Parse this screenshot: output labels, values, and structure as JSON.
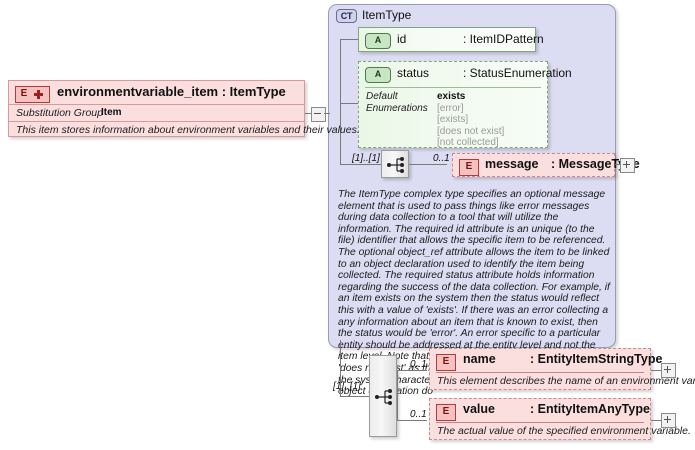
{
  "diagram": {
    "kind": "xsd-schema-diagram"
  },
  "root_element": {
    "badge_letter": "E",
    "badge_icon": "plus-cross-icon",
    "title": "environmentvariable_item : ItemType",
    "substitution_group_label": "Substitution Group",
    "substitution_group_value": "Item",
    "description": "This item stores information about environment variables and their values.",
    "collapse_icon": "minus-box-icon"
  },
  "complex_type": {
    "badge": "CT",
    "title": "ItemType",
    "attributes": [
      {
        "badge": "A",
        "name": "id",
        "type": ": ItemIDPattern",
        "required": true
      },
      {
        "badge": "A",
        "name": "status",
        "type": ": StatusEnumeration",
        "required": false,
        "default_label": "Default",
        "enumerations_label": "Enumerations",
        "default_value": "exists",
        "enumerations": [
          "[error]",
          "[exists]",
          "[does not exist]",
          "[not collected]"
        ]
      }
    ],
    "compositor": {
      "icon": "sequence-icon",
      "occurrence": "[1]..[1]"
    },
    "child_elements": [
      {
        "badge": "E",
        "cardinality": "0..1",
        "name": "message",
        "type": ": MessageType",
        "expand_icon": "plus-box-icon"
      }
    ],
    "documentation": "The ItemType complex type specifies an optional message element that is used to pass things like error messages during data collection to a tool that will utilize the information. The required id attribute is an unique (to the file) identifier that allows the specific item to be referenced. The optional object_ref attribute allows the item to be linked to an object declaration used to identify the item being collected. The required status attribute holds information regarding the success of the data collection. For example, if an item exists on the system then the status would reflect this with a value of 'exists'. If there was an error collecting a any information about an item that is known to exist, then the status would be 'error'. An error specific to a particular entity should be addressed at the entity level and not the item level. Note that an item should not have a status of 'does not exist' as there simply would be no item element in the system characteristics file for this case. If part of the object declaration do"
  },
  "extension": {
    "compositor": {
      "icon": "sequence-icon",
      "occurrence": "[1]..[1]"
    },
    "elements": [
      {
        "badge": "E",
        "cardinality": "0..1",
        "name": "name",
        "type": ": EntityItemStringType",
        "description": "This element describes the name of an environment variable.",
        "expand_icon": "plus-box-icon"
      },
      {
        "badge": "E",
        "cardinality": "0..1",
        "name": "value",
        "type": ": EntityItemAnyType",
        "description": "The actual value of the specified environment variable.",
        "expand_icon": "plus-box-icon"
      }
    ]
  },
  "colors": {
    "element_fill": "#fbdede",
    "element_border": "#c98c8c",
    "attribute_fill": "#e7f6e4",
    "attribute_border": "#7fa87b",
    "complextype_fill": "#dcdcf2",
    "complextype_border": "#9a9ab8",
    "connector": "#7a7a7a"
  }
}
